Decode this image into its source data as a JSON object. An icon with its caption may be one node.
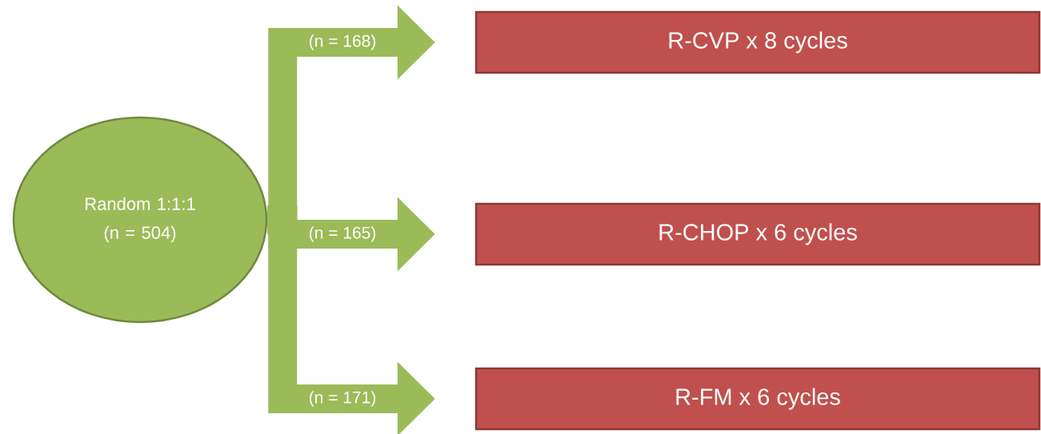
{
  "diagram": {
    "nodes": [
      {
        "text": [
          "Random 1:1:1 (n = 504)"
        ]
      },
      {
        "text": [
          "R-CVP x 8 cycles"
        ]
      },
      {
        "text": [
          "R-CHOP x 6 cycles"
        ]
      },
      {
        "text": [
          "R-FM x 6 cycles"
        ]
      }
    ],
    "edges": [
      {
        "from": 0,
        "to": 1,
        "arrow": "to",
        "label": "(n = 168)"
      },
      {
        "from": 0,
        "to": 2,
        "arrow": "to",
        "label": "(n = 165)"
      },
      {
        "from": 0,
        "to": 3,
        "arrow": "to",
        "label": "(n = 171)"
      }
    ]
  }
}
